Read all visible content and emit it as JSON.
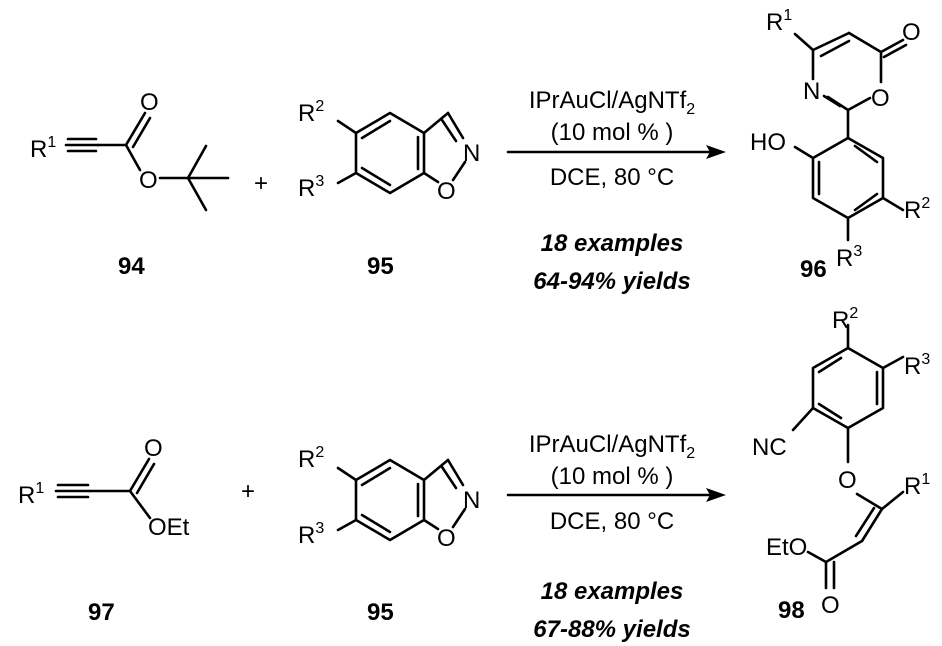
{
  "reaction1": {
    "reactant1": {
      "label": "94",
      "substituent": {
        "main": "R",
        "sup": "1"
      },
      "carbonyl_o": "O",
      "ester_o": "O"
    },
    "plus": "+",
    "reactant2": {
      "label": "95",
      "r2": {
        "main": "R",
        "sup": "2"
      },
      "r3": {
        "main": "R",
        "sup": "3"
      },
      "n": "N",
      "o": "O"
    },
    "conditions": {
      "catalyst_main": "IPrAuCl/AgNTf",
      "catalyst_sub": "2",
      "loading": "(10 mol % )",
      "solvent_temp": "DCE, 80 °C"
    },
    "summary": {
      "examples": "18 examples",
      "yields": "64-94% yields"
    },
    "product": {
      "label": "96",
      "r1": {
        "main": "R",
        "sup": "1"
      },
      "r2": {
        "main": "R",
        "sup": "2"
      },
      "r3": {
        "main": "R",
        "sup": "3"
      },
      "ring_o": "O",
      "carbonyl_o": "O",
      "n": "N",
      "hydroxyl": "HO"
    }
  },
  "reaction2": {
    "reactant1": {
      "label": "97",
      "substituent": {
        "main": "R",
        "sup": "1"
      },
      "carbonyl_o": "O",
      "ester": "OEt"
    },
    "plus": "+",
    "reactant2": {
      "label": "95",
      "r2": {
        "main": "R",
        "sup": "2"
      },
      "r3": {
        "main": "R",
        "sup": "3"
      },
      "n": "N",
      "o": "O"
    },
    "conditions": {
      "catalyst_main": "IPrAuCl/AgNTf",
      "catalyst_sub": "2",
      "loading": "(10 mol % )",
      "solvent_temp": "DCE, 80 °C"
    },
    "summary": {
      "examples": "18 examples",
      "yields": "67-88% yields"
    },
    "product": {
      "label": "98",
      "r1": {
        "main": "R",
        "sup": "1"
      },
      "r2": {
        "main": "R",
        "sup": "2"
      },
      "r3": {
        "main": "R",
        "sup": "3"
      },
      "nitrile": "NC",
      "ether_o": "O",
      "ester": "EtO",
      "carbonyl_o": "O"
    }
  }
}
